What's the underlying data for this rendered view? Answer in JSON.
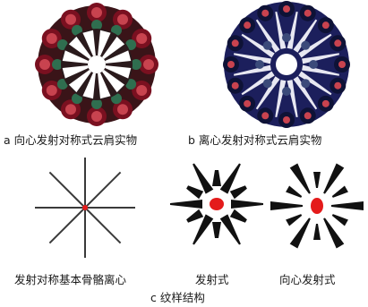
{
  "captions": {
    "a": "a  向心发射对称式云肩实物",
    "b": "b  离心发射对称式云肩实物",
    "c1": "发射对称基本骨骼离心",
    "c2": "发射式",
    "c3": "向心发射式",
    "c": "c  纹样结构"
  },
  "colors": {
    "red_center": "#e41b1b",
    "black": "#111111",
    "dark_red": "#7a1020",
    "rose": "#c8434f",
    "navy": "#1c1f5c",
    "slate": "#3b4a7a",
    "line_dark": "#3a3a3a"
  },
  "figures": [
    {
      "id": "a",
      "type": "photo",
      "subject": "cloud-shoulder-centripetal"
    },
    {
      "id": "b",
      "type": "photo",
      "subject": "cloud-shoulder-centrifugal"
    },
    {
      "id": "c1",
      "type": "diagram",
      "subject": "radial-skeleton",
      "spokes": 8
    },
    {
      "id": "c2",
      "type": "diagram",
      "subject": "radiating-pattern",
      "wedges": 12
    },
    {
      "id": "c3",
      "type": "diagram",
      "subject": "centripetal-pattern",
      "wedges": 12
    }
  ]
}
